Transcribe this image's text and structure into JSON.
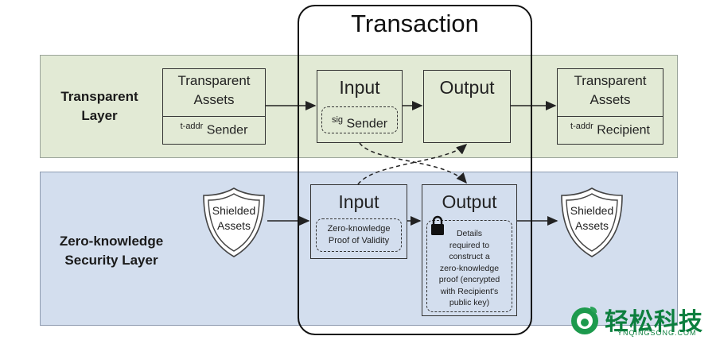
{
  "transaction_title": "Transaction",
  "transparent_layer": {
    "label_line1": "Transparent",
    "label_line2": "Layer",
    "left_assets_line1": "Transparent",
    "left_assets_line2": "Assets",
    "left_addr_prefix": "t-addr",
    "left_addr_name": "Sender",
    "input_label": "Input",
    "sig_prefix": "sig",
    "sig_name": "Sender",
    "output_label": "Output",
    "right_assets_line1": "Transparent",
    "right_assets_line2": "Assets",
    "right_addr_prefix": "t-addr",
    "right_addr_name": "Recipient"
  },
  "zk_layer": {
    "label_line1": "Zero-knowledge",
    "label_line2": "Security Layer",
    "left_shield_line1": "Shielded",
    "left_shield_line2": "Assets",
    "input_label": "Input",
    "proof_line1": "Zero-knowledge",
    "proof_line2": "Proof of Validity",
    "output_label": "Output",
    "details_lines": [
      "Details",
      "required to",
      "construct a",
      "zero-knowledge",
      "proof (encrypted",
      "with Recipient's",
      "public key)"
    ],
    "right_shield_line1": "Shielded",
    "right_shield_line2": "Assets"
  },
  "watermark": {
    "name": "轻松科技",
    "domain": "YNQINGSONG.COM"
  },
  "colors": {
    "transparent_band": "#e2ead5",
    "zk_band": "#d3deee",
    "watermark_green": "#0d7f3e"
  }
}
